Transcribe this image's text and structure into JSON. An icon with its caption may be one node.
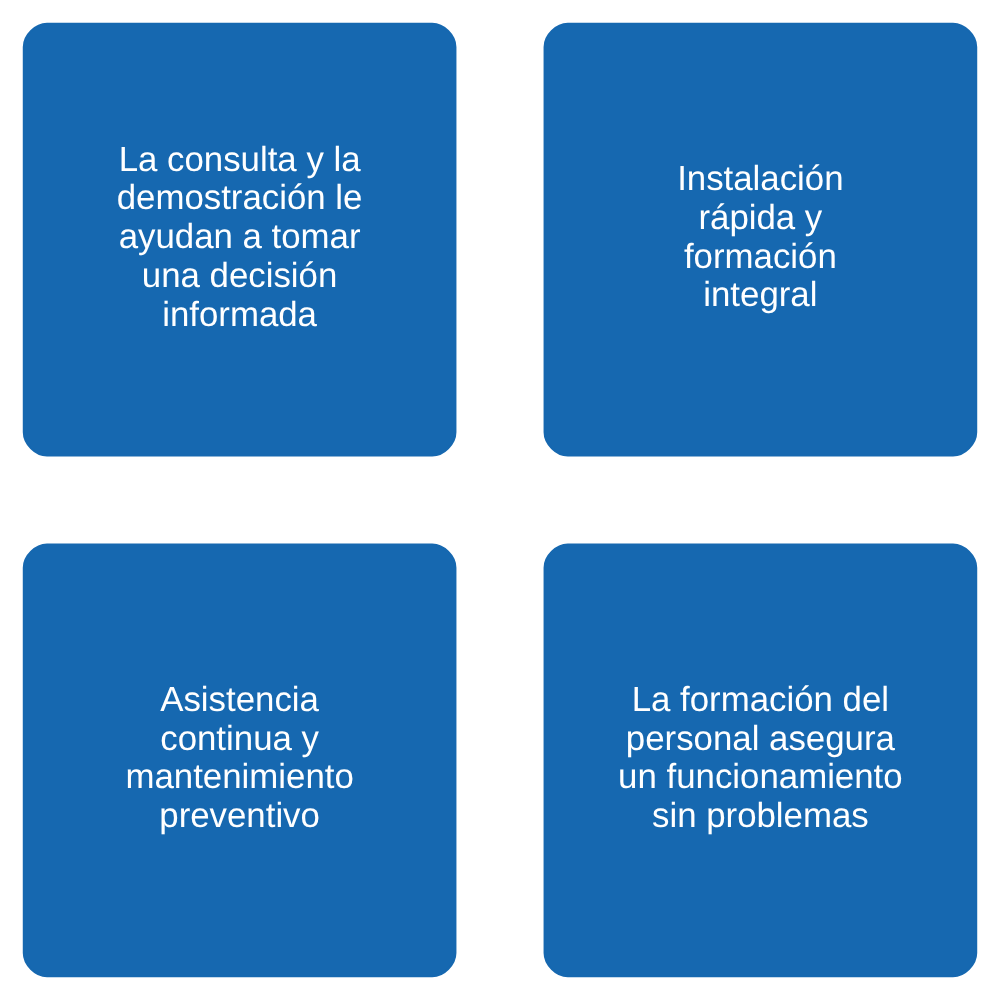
{
  "diagram": {
    "nodes": [
      {
        "text": [
          "La consulta y la demostración le ayudan a tomar una decisión informada"
        ]
      },
      {
        "text": [
          "Instalación rápida y formación integral"
        ]
      },
      {
        "text": [
          "Asistencia continua y mantenimiento preventivo"
        ]
      },
      {
        "text": [
          "La formación del personal asegura un funcionamiento sin problemas"
        ]
      }
    ],
    "edges": []
  }
}
